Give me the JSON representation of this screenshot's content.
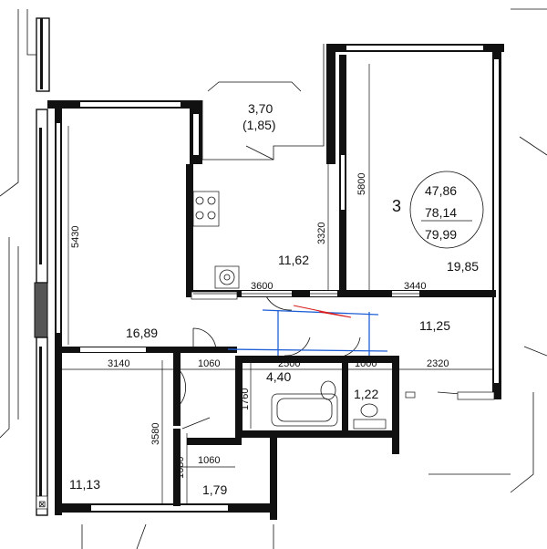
{
  "summary": {
    "rooms_count": "3",
    "living_area": "47,86",
    "total_area": "78,14",
    "total_with_balcony": "79,99"
  },
  "rooms": {
    "balcony_area": "3,70",
    "balcony_reduced": "(1,85)",
    "kitchen": "11,62",
    "living": "19,85",
    "bedroom_left": "16,89",
    "hall": "11,25",
    "bath": "4,40",
    "wc": "1,22",
    "bedroom_bottom": "11,13",
    "closet": "1,79"
  },
  "dimensions": {
    "d5430": "5430",
    "d3320": "3320",
    "d5800": "5800",
    "d3600": "3600",
    "d3440": "3440",
    "d3140": "3140",
    "d1060a": "1060",
    "d2500": "2500",
    "d1000": "1000",
    "d2320": "2320",
    "d1760": "1760",
    "d3580": "3580",
    "d1680": "1680",
    "d1060b": "1060"
  },
  "colors": {
    "wall": "#111111",
    "markup_blue": "#1f5fd6",
    "markup_red": "#d81e1e"
  }
}
